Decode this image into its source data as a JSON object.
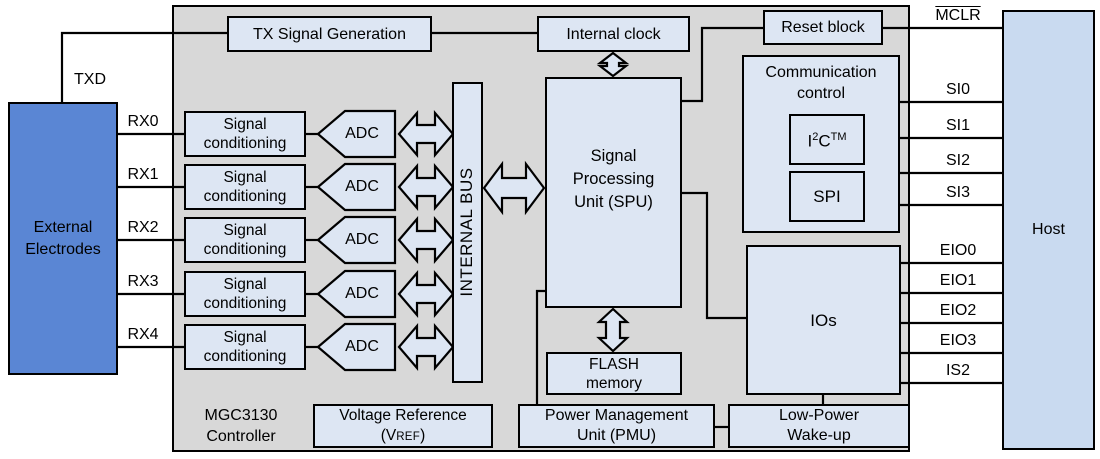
{
  "blocks": {
    "external_electrodes": [
      "External",
      "Electrodes"
    ],
    "tx_signal_generation": "TX Signal Generation",
    "internal_clock": "Internal clock",
    "reset_block": "Reset block",
    "communication_control": [
      "Communication",
      "control"
    ],
    "i2c": {
      "i": "I",
      "two": "2",
      "c": "C",
      "tm": "TM"
    },
    "spi": "SPI",
    "spu": [
      "Signal",
      "Processing",
      "Unit (SPU)"
    ],
    "internal_bus": "INTERNAL BUS",
    "flash_memory": [
      "FLASH",
      "memory"
    ],
    "ios": "IOs",
    "voltage_reference": {
      "line1": "Voltage Reference",
      "open": "(V",
      "sub": "REF",
      "close": ")"
    },
    "pmu": [
      "Power Management",
      "Unit (PMU)"
    ],
    "low_power_wakeup": [
      "Low-Power",
      "Wake-up"
    ],
    "host": "Host",
    "controller_caption": [
      "MGC3130",
      "Controller"
    ],
    "signal_conditioning": [
      "Signal",
      "conditioning"
    ],
    "adc": "ADC"
  },
  "labels": {
    "txd": "TXD",
    "rx": [
      "RX0",
      "RX1",
      "RX2",
      "RX3",
      "RX4"
    ],
    "mclr": "MCLR",
    "si": [
      "SI0",
      "SI1",
      "SI2",
      "SI3"
    ],
    "eio": [
      "EIO0",
      "EIO1",
      "EIO2",
      "EIO3"
    ],
    "is2": "IS2"
  },
  "colors": {
    "page_background": "#ffffff",
    "controller_fill": "#d8d8d8",
    "block_fill": "#dde6f3",
    "electrodes_fill": "#5a86d4",
    "host_fill": "#c9daf0",
    "line": "#000000"
  }
}
